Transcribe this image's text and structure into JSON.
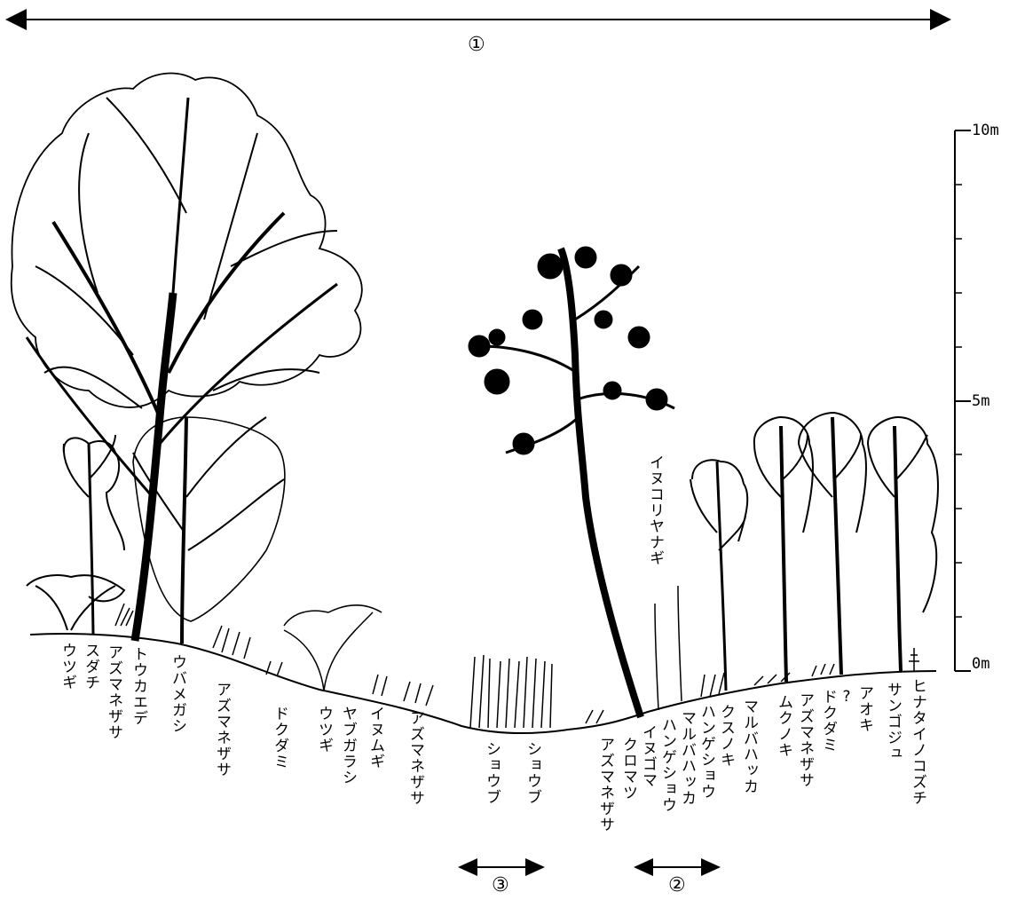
{
  "markers": {
    "m1": "①",
    "m2": "②",
    "m3": "③"
  },
  "scale": {
    "top": "10m",
    "mid": "5m",
    "bottom": "0m"
  },
  "labels": {
    "utsugi_1": "ウツギ",
    "sudachi": "スダチ",
    "azumanezasa_1": "アズマネザサ",
    "toukaede": "トウカエデ",
    "ubamegashi": "ウバメガシ",
    "azumanezasa_2": "アズマネザサ",
    "dokudami_1": "ドクダミ",
    "utsugi_2": "ウツギ",
    "yabugarashi": "ヤブガラシ",
    "inumugi": "イヌムギ",
    "azumanezasa_3": "アズマネザサ",
    "shoubu_1": "ショウブ",
    "shoubu_2": "ショウブ",
    "azumanezasa_4": "アズマネザサ",
    "kuromatsu": "クロマツ",
    "inugoma": "イヌゴマ",
    "hangeshou_1": "ハンゲショウ",
    "marubahakka_1": "マルバハッカ",
    "hangeshou_2": "ハンゲショウ",
    "kusunoki": "クスノキ",
    "marubahakka_2": "マルバハッカ",
    "mukunoki": "ムクノキ",
    "azumanezasa_5": "アズマネザサ",
    "dokudami_2": "ドクダミ",
    "unknown": "?",
    "aoki": "アオキ",
    "sangoju": "サンゴジュ",
    "hinatainokozuchi": "ヒナタイノコズチ",
    "inukoriyanagi": "イヌコリヤナギ"
  }
}
